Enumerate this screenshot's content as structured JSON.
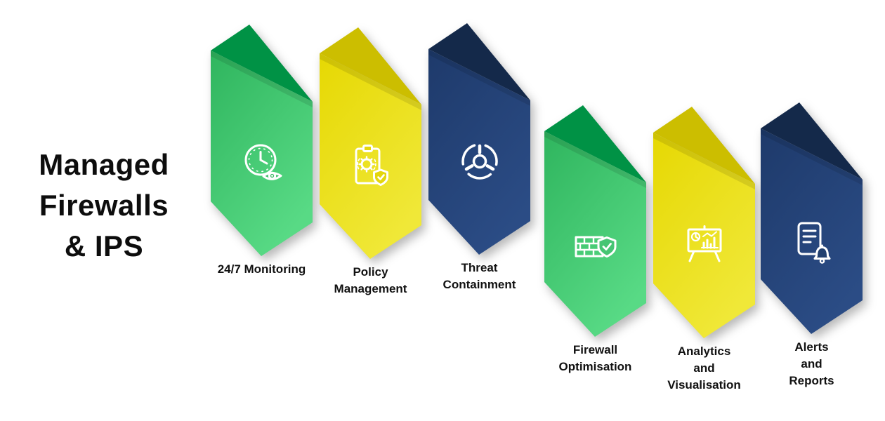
{
  "title": {
    "text": "Managed\nFirewalls\n& IPS"
  },
  "palette": {
    "background": "#ffffff",
    "text": "#111111",
    "icon": "#ffffff",
    "green_body_start": "#2fb55e",
    "green_body_end": "#58da85",
    "green_fold": "#009245",
    "yellow_body_start": "#e6d803",
    "yellow_body_end": "#f0e838",
    "yellow_fold": "#ccbe00",
    "navy_body_start": "#1e3a6b",
    "navy_body_end": "#2b4c85",
    "navy_fold": "#14294a"
  },
  "banners": [
    {
      "id": "monitoring",
      "label": "24/7 Monitoring",
      "color": "green",
      "icon": "clock-eye-icon"
    },
    {
      "id": "policy",
      "label": "Policy\nManagement",
      "color": "yellow",
      "icon": "clipboard-gear-shield-icon"
    },
    {
      "id": "threat",
      "label": "Threat\nContainment",
      "color": "navy",
      "icon": "containment-icon"
    },
    {
      "id": "firewall",
      "label": "Firewall\nOptimisation",
      "color": "green",
      "icon": "firewall-shield-icon"
    },
    {
      "id": "analytics",
      "label": "Analytics\nand\nVisualisation",
      "color": "yellow",
      "icon": "analytics-board-icon"
    },
    {
      "id": "alerts",
      "label": "Alerts\nand\nReports",
      "color": "navy",
      "icon": "document-bell-icon"
    }
  ]
}
